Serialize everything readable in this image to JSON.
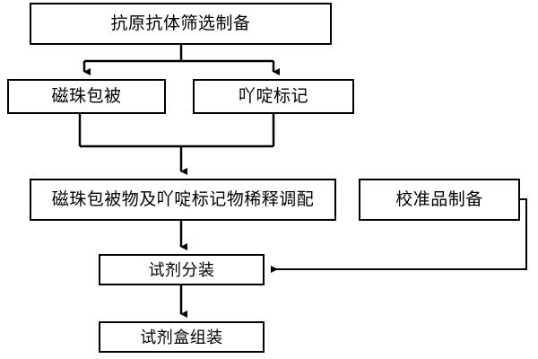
{
  "diagram": {
    "type": "flowchart",
    "title": "",
    "orientation": "top-to-bottom",
    "background_color": "#ffffff",
    "line_color": "#000000",
    "box_fill_color": "#ffffff",
    "box_border_color": "#000000",
    "nodes": [
      {
        "id": "screening",
        "label": "抗原抗体筛选制备"
      },
      {
        "id": "beadcoat",
        "label": "磁珠包被"
      },
      {
        "id": "acridinium",
        "label": "吖啶标记"
      },
      {
        "id": "dilution",
        "label": "磁珠包被物及吖啶标记物稀释调配"
      },
      {
        "id": "calibrator",
        "label": "校准品制备"
      },
      {
        "id": "dispensing",
        "label": "试剂分装"
      },
      {
        "id": "assembly",
        "label": "试剂盒组装"
      }
    ],
    "edges": [
      {
        "from": "screening",
        "to": "beadcoat",
        "style": "orthogonal-split",
        "arrow": "down"
      },
      {
        "from": "screening",
        "to": "acridinium",
        "style": "orthogonal-split",
        "arrow": "down"
      },
      {
        "from": "beadcoat",
        "to": "dilution",
        "style": "orthogonal-merge",
        "arrow": "down"
      },
      {
        "from": "acridinium",
        "to": "dilution",
        "style": "orthogonal-merge",
        "arrow": "down"
      },
      {
        "from": "dilution",
        "to": "dispensing",
        "style": "straight",
        "arrow": "down"
      },
      {
        "from": "calibrator",
        "to": "dispensing",
        "style": "orthogonal",
        "arrow": "left"
      },
      {
        "from": "dispensing",
        "to": "assembly",
        "style": "straight",
        "arrow": "down"
      }
    ]
  }
}
